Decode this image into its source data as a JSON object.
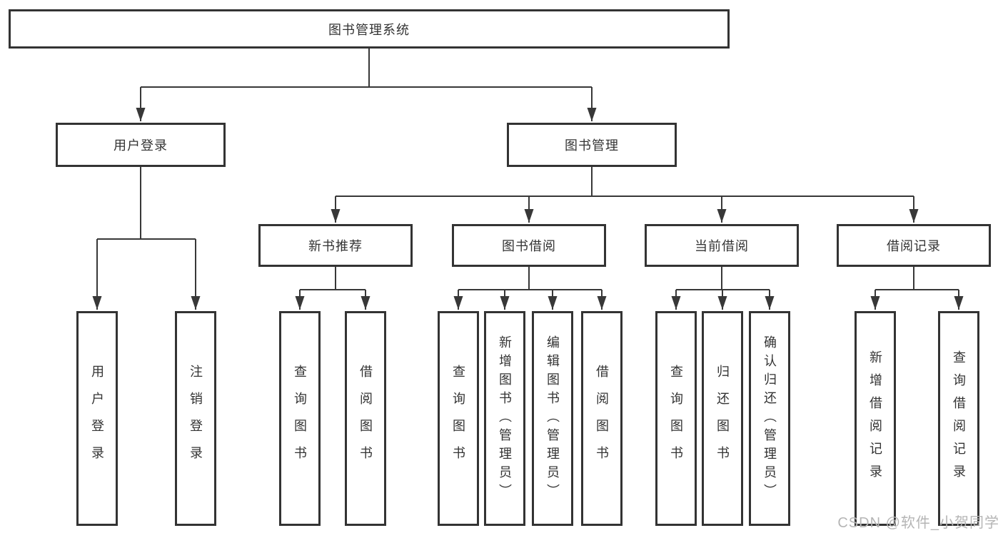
{
  "tree": {
    "label": "图书管理系统",
    "children": [
      {
        "label": "用户登录",
        "children": [
          {
            "label": "用户登录"
          },
          {
            "label": "注销登录"
          }
        ]
      },
      {
        "label": "图书管理",
        "children": [
          {
            "label": "新书推荐",
            "children": [
              {
                "label": "查询图书"
              },
              {
                "label": "借阅图书"
              }
            ]
          },
          {
            "label": "图书借阅",
            "children": [
              {
                "label": "查询图书"
              },
              {
                "label": "新增图书（管理员）"
              },
              {
                "label": "编辑图书（管理员）"
              },
              {
                "label": "借阅图书"
              }
            ]
          },
          {
            "label": "当前借阅",
            "children": [
              {
                "label": "查询图书"
              },
              {
                "label": "归还图书"
              },
              {
                "label": "确认归还（管理员）"
              }
            ]
          },
          {
            "label": "借阅记录",
            "children": [
              {
                "label": "新增借阅记录"
              },
              {
                "label": "查询借阅记录"
              }
            ]
          }
        ]
      }
    ]
  },
  "watermark": {
    "text": "CSDN @软件_小贺同学"
  },
  "colors": {
    "line": "#383838",
    "border": "#333333",
    "text": "#333333",
    "background": "#ffffff",
    "watermark": "#b5b5b5"
  }
}
